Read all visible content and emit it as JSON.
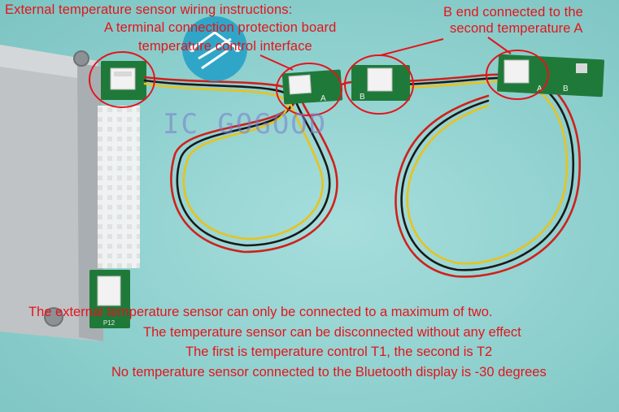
{
  "captions": {
    "title": "External temperature sensor wiring instructions:",
    "a_terminal_line1": "A terminal connection protection board",
    "a_terminal_line2": "temperature control interface",
    "b_end_line1": "B end connected to the",
    "b_end_line2": "second temperature A"
  },
  "notes": [
    "The external temperature sensor can only be connected to a maximum of two.",
    "The temperature sensor can be disconnected without any effect",
    "The first is temperature control T1, the second is T2",
    "No temperature sensor connected to the Bluetooth display is -30 degrees"
  ],
  "watermark": "IC GOGOOD",
  "board_labels": {
    "pad_a": "A",
    "pad_b": "B",
    "connector_p12": "P12"
  },
  "colors": {
    "annotation_red": "#e4141b",
    "pcb_green": "#1f7a3a",
    "wire_red": "#d0201c",
    "wire_black": "#1a1a1a",
    "wire_yellow": "#e8c21e",
    "background_teal": "#8fd0cf"
  }
}
